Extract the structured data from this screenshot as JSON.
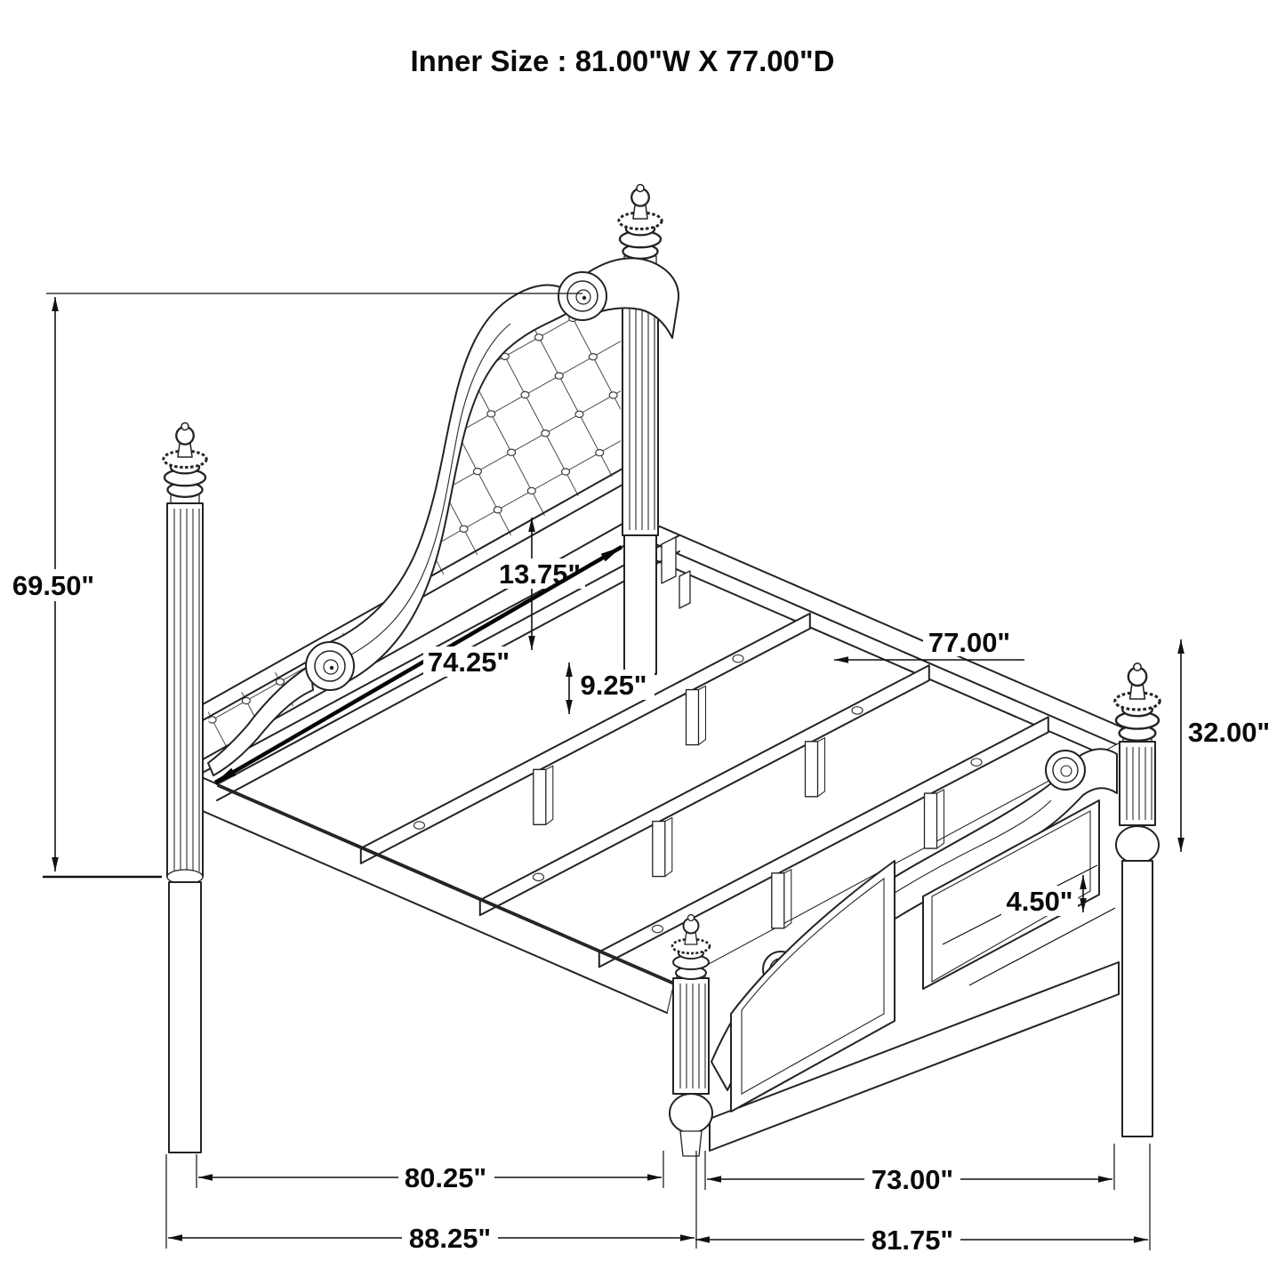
{
  "title": "Inner Size : 81.00\"W X 77.00\"D",
  "drawing": {
    "kind": "poster-bed-isometric-dimension-drawing",
    "dims": {
      "headboard_height": "69.50\"",
      "panel_drop": "13.75\"",
      "slat_rail_length": "74.25\"",
      "support_leg_height": "9.25\"",
      "side_rail_length": "77.00\"",
      "footboard_height": "32.00\"",
      "rail_thickness": "4.50\"",
      "headboard_to_footboard": "80.25\"",
      "footboard_inner_width": "73.00\"",
      "overall_length": "88.25\"",
      "overall_width": "81.75\""
    }
  }
}
